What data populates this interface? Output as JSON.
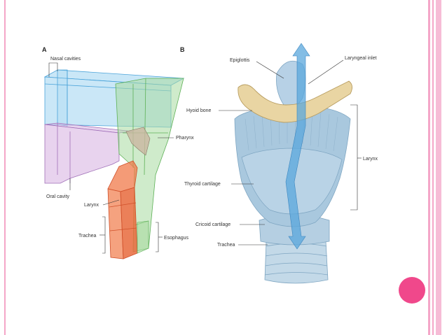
{
  "panels": {
    "a": "A",
    "b": "B"
  },
  "panel_a": {
    "nasal_cavities": "Nasal cavities",
    "pharynx": "Pharynx",
    "oral_cavity": "Oral cavity",
    "larynx": "Larynx",
    "trachea": "Trachea",
    "esophagus": "Esophagus"
  },
  "panel_b": {
    "epiglottis": "Epiglottis",
    "laryngeal_inlet": "Laryngeal inlet",
    "hyoid_bone": "Hyoid bone",
    "larynx": "Larynx",
    "thyroid_cartilage": "Thyroid cartilage",
    "cricoid_cartilage": "Cricoid cartilage",
    "trachea": "Trachea"
  },
  "colors": {
    "nasal_blue": "#9fd3f0",
    "pharynx_green": "#a8dba0",
    "oral_purple": "#d9b6e3",
    "larynx_orange": "#f07a4a",
    "cartilage_blue": "#a9c8de",
    "hyoid_bone": "#e9d5a3",
    "accent_pink": "#f0488b"
  }
}
